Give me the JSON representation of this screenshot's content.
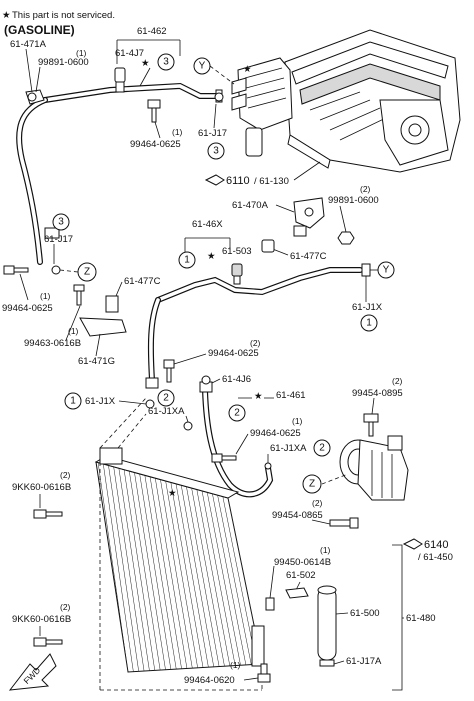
{
  "header": {
    "note_star": "★",
    "note_text": "This part is not serviced.",
    "variant": "(GASOLINE)"
  },
  "labels": {
    "p61_471A": "61-471A",
    "q1_a": "(1)",
    "p99891_0600_a": "99891-0600",
    "p61_462": "61-462",
    "p61_4J7": "61-4J7",
    "c3_a": "3",
    "cY_a": "Y",
    "q1_b": "(1)",
    "p99464_0625_a": "99464-0625",
    "p61_J17_a": "61-J17",
    "c3_b": "3",
    "ref6110": "6110",
    "ref61_130": "/ 61-130",
    "p61_470A": "61-470A",
    "q2_a": "(2)",
    "p99891_0600_b": "99891-0600",
    "c3_c": "3",
    "p61_J17_b": "61-J17",
    "p61_46X": "61-46X",
    "p61_503": "61-503",
    "c1_a": "1",
    "p61_477C_a": "61-477C",
    "cY_b": "Y",
    "cZ_a": "Z",
    "q1_c": "(1)",
    "p99464_0625_b": "99464-0625",
    "p61_477C_b": "61-477C",
    "p61_J1X_a": "61-J1X",
    "c1_b": "1",
    "q1_d": "(1)",
    "p99463_0616B": "99463-0616B",
    "p61_471G": "61-471G",
    "q2_b": "(2)",
    "p99464_0625_c": "99464-0625",
    "p61_4J6": "61-4J6",
    "c1_c": "1",
    "p61_J1X_b": "61-J1X",
    "c2_a": "2",
    "p61_461": "61-461",
    "p61_J1XA_a": "61-J1XA",
    "c2_b": "2",
    "q2_c": "(2)",
    "p99454_0895": "99454-0895",
    "q1_e": "(1)",
    "p99464_0625_d": "99464-0625",
    "p61_J1XA_b": "61-J1XA",
    "c2_c": "2",
    "q2_d": "(2)",
    "p9KK60_0616B_a": "9KK60-0616B",
    "cZ_b": "Z",
    "q2_e": "(2)",
    "p99454_0865": "99454-0865",
    "ref6140": "6140",
    "ref61_450": "/ 61-450",
    "q1_f": "(1)",
    "p99450_0614B": "99450-0614B",
    "p61_502": "61-502",
    "q2_f": "(2)",
    "p9KK60_0616B_b": "9KK60-0616B",
    "p61_500": "61-500",
    "p61_480": "61-480",
    "p61_J17A": "61-J17A",
    "q1_g": "(1)",
    "p99464_0620": "99464-0620",
    "fwd": "FWD",
    "star": "★"
  }
}
